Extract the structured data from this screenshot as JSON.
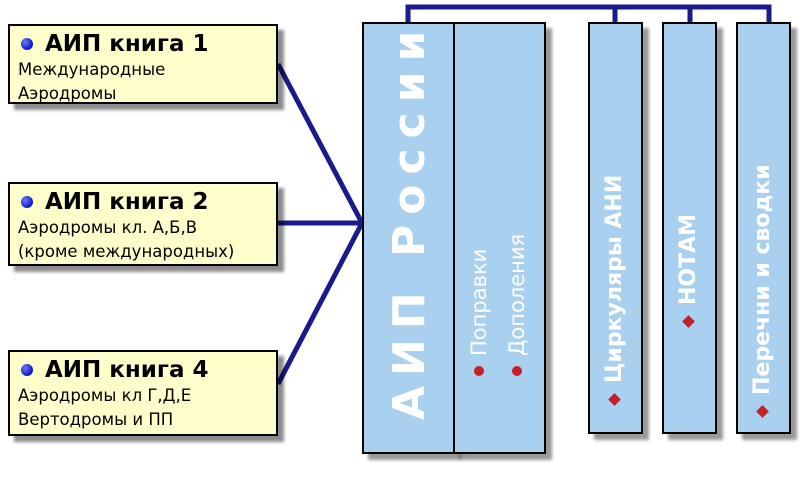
{
  "books": [
    {
      "title": "АИП книга 1",
      "lines": [
        "Международные",
        "Аэродромы"
      ]
    },
    {
      "title": "АИП книга 2",
      "lines": [
        "Аэродромы кл. А,Б,В",
        "(кроме международных)"
      ]
    },
    {
      "title": "АИП книга 4",
      "lines": [
        "Аэродромы кл Г,Д,Е",
        "Вертодромы и ПП"
      ]
    }
  ],
  "columns": {
    "aip_russia": "АИП России",
    "amendments": [
      "Поправки",
      "Дополения"
    ],
    "circulars": "Циркуляры АНИ",
    "notam": "НОТАМ",
    "lists": "Перечни и сводки"
  },
  "colors": {
    "book_fill": "#ffffcc",
    "column_fill": "#a9d0ef",
    "connector": "#1a1a8c",
    "bullet_blue": "#0a14c8",
    "bullet_red": "#c81e28"
  },
  "icons": {
    "book_bullet": "blue-dot-icon",
    "amendment_bullet": "red-dot-icon",
    "column_bullet": "red-diamond-icon"
  }
}
